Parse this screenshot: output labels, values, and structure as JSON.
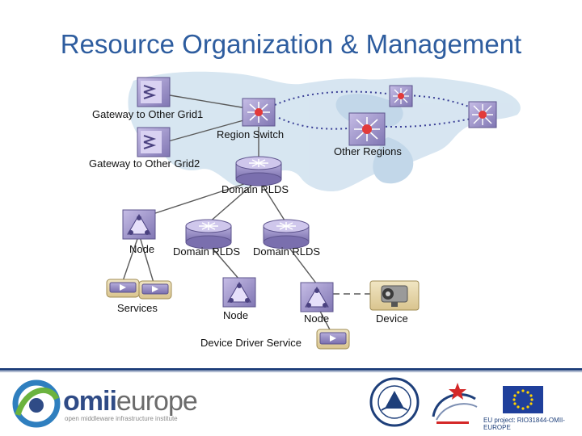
{
  "title": "Resource Organization & Management",
  "labels": {
    "gateway1": "Gateway to Other Grid1",
    "gateway2": "Gateway to Other Grid2",
    "region_switch": "Region Switch",
    "other_regions": "Other Regions",
    "domain_rlds_top": "Domain RLDS",
    "node_left": "Node",
    "domain_rlds_mid1": "Domain RLDS",
    "domain_rlds_mid2": "Domain RLDS",
    "services": "Services",
    "node_mid": "Node",
    "node_right": "Node",
    "device": "Device",
    "device_driver_service": "Device Driver Service"
  },
  "footer": {
    "logo_brand_left": "omii",
    "logo_brand_right": "europe",
    "logo_subtitle": "open middleware infrastructure institute",
    "eu_project": "EU project: RIO31844-OMII-EUROPE"
  },
  "colors": {
    "title": "#2e5d9f",
    "icon_purple": "#8b7fb8",
    "map_blue": "#c9dcec",
    "footer_line": "#1e3f7a"
  }
}
